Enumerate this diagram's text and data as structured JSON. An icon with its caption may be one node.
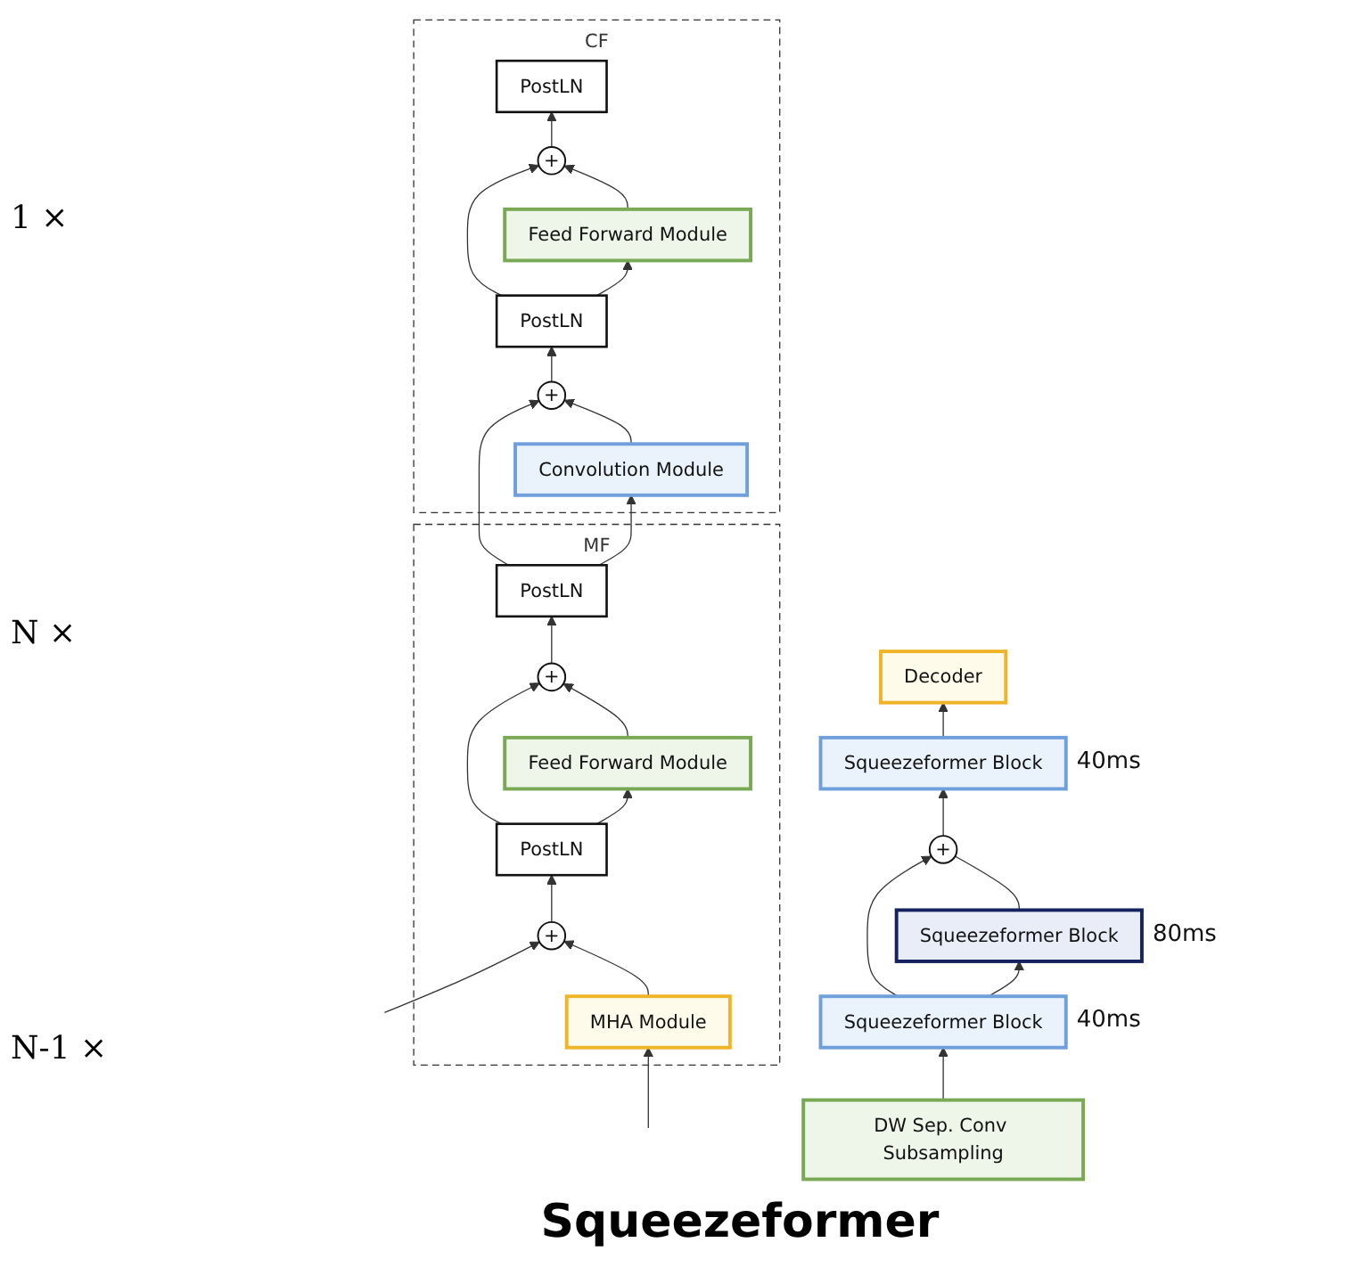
{
  "diagram": {
    "title": "Squeezeformer",
    "nodes": [
      {
        "text": [
          "Decoder"
        ]
      },
      {
        "text": [
          "Squeezeformer Block"
        ],
        "beside": [
          "40ms"
        ]
      },
      {
        "text": [
          "+"
        ]
      },
      {
        "text": [
          "Squeezeformer Block"
        ],
        "beside": [
          "80ms"
        ]
      },
      {
        "text": [
          "Squeezeformer Block"
        ],
        "beside": [
          "40ms"
        ]
      },
      {
        "text": [
          "DW Sep. Conv Subsampling"
        ]
      },
      {
        "text": [
          "CF"
        ]
      },
      {
        "text": [
          "PostLN"
        ],
        "in": 6
      },
      {
        "text": [
          "+"
        ],
        "in": 6
      },
      {
        "text": [
          "Feed Forward Module"
        ],
        "in": 6
      },
      {
        "text": [
          "PostLN"
        ],
        "in": 6
      },
      {
        "text": [
          "+"
        ],
        "in": 6
      },
      {
        "text": [
          "Convolution Module"
        ],
        "in": 6
      },
      {
        "text": [
          "MF"
        ]
      },
      {
        "text": [
          "PostLN"
        ],
        "in": 13
      },
      {
        "text": [
          "+"
        ],
        "in": 13
      },
      {
        "text": [
          "Feed Forward Module"
        ],
        "in": 13
      },
      {
        "text": [
          "PostLN"
        ],
        "in": 13
      },
      {
        "text": [
          "+"
        ],
        "in": 13
      },
      {
        "text": [
          "MHA Module"
        ],
        "in": 13
      }
    ],
    "edges": [
      {
        "from": 5,
        "to": 4,
        "arrow": "to"
      },
      {
        "from": 4,
        "to": 3,
        "arrow": "to"
      },
      {
        "from": 4,
        "to": 2,
        "arrow": "to"
      },
      {
        "from": 3,
        "to": 2,
        "arrow": "none"
      },
      {
        "from": 2,
        "to": 1,
        "arrow": "to"
      },
      {
        "from": 1,
        "to": 0,
        "arrow": "to"
      },
      {
        "from": null,
        "to": 19,
        "arrow": "to"
      },
      {
        "from": null,
        "to": 18,
        "arrow": "to"
      },
      {
        "from": 19,
        "to": 18,
        "arrow": "to"
      },
      {
        "from": 18,
        "to": 17,
        "arrow": "to"
      },
      {
        "from": 17,
        "to": 16,
        "arrow": "to"
      },
      {
        "from": 17,
        "to": 15,
        "arrow": "to"
      },
      {
        "from": 16,
        "to": 15,
        "arrow": "to"
      },
      {
        "from": 15,
        "to": 14,
        "arrow": "to"
      },
      {
        "from": 14,
        "to": 12,
        "arrow": "to"
      },
      {
        "from": 14,
        "to": 11,
        "arrow": "to"
      },
      {
        "from": 12,
        "to": 11,
        "arrow": "to"
      },
      {
        "from": 11,
        "to": 10,
        "arrow": "to"
      },
      {
        "from": 10,
        "to": 9,
        "arrow": "to"
      },
      {
        "from": 10,
        "to": 8,
        "arrow": "to"
      },
      {
        "from": 9,
        "to": 8,
        "arrow": "to"
      },
      {
        "from": 8,
        "to": 7,
        "arrow": "to"
      }
    ],
    "labels": [
      "1 ×",
      "N ×",
      "N-1 ×"
    ]
  }
}
